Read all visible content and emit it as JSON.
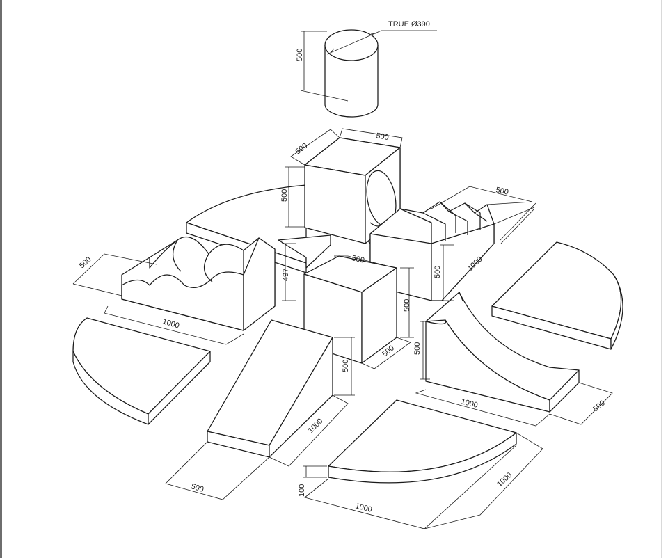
{
  "colors": {
    "line": "#1a1a1a",
    "background": "#ffffff",
    "frame": "#6e6e6e"
  },
  "dimensions": {
    "cylinder_diameter": "TRUE Ø390",
    "cylinder_height": "500",
    "tunnel_width": "500",
    "tunnel_depth": "500",
    "tunnel_height": "500",
    "steps_width": "500",
    "steps_length": "1000",
    "steps_height": "500",
    "platform_height": "497",
    "wave_depth": "500",
    "wave_length": "1000",
    "cube_top": "500",
    "cube_height": "500",
    "cube_depth": "500",
    "ramp_height": "500",
    "ramp_length": "1000",
    "ramp_width": "500",
    "curve_height": "500",
    "curve_length": "1000",
    "curve_depth": "500",
    "quarter_thickness": "100",
    "quarter_side_a": "1000",
    "quarter_side_b": "1000"
  }
}
